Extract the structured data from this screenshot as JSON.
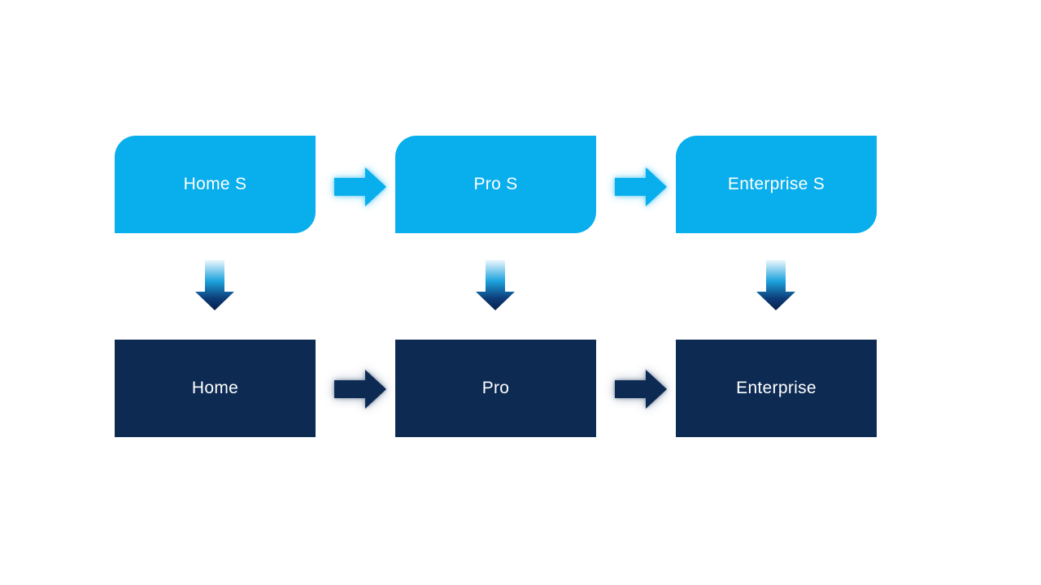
{
  "slide": {
    "background": "#ffffff"
  },
  "colors": {
    "light_blue": "#09aeec",
    "dark_navy": "#0d2a52",
    "text": "#ffffff",
    "down_arrow_gradient": {
      "top": "#edf8fd",
      "mid": "#1da2dd",
      "lower": "#0d3d79",
      "bottom": "#081f4a"
    }
  },
  "diagram": {
    "columns": [
      {
        "top_label": "Home S",
        "bottom_label": "Home"
      },
      {
        "top_label": "Pro S",
        "bottom_label": "Pro"
      },
      {
        "top_label": "Enterprise S",
        "bottom_label": "Enterprise"
      }
    ]
  }
}
